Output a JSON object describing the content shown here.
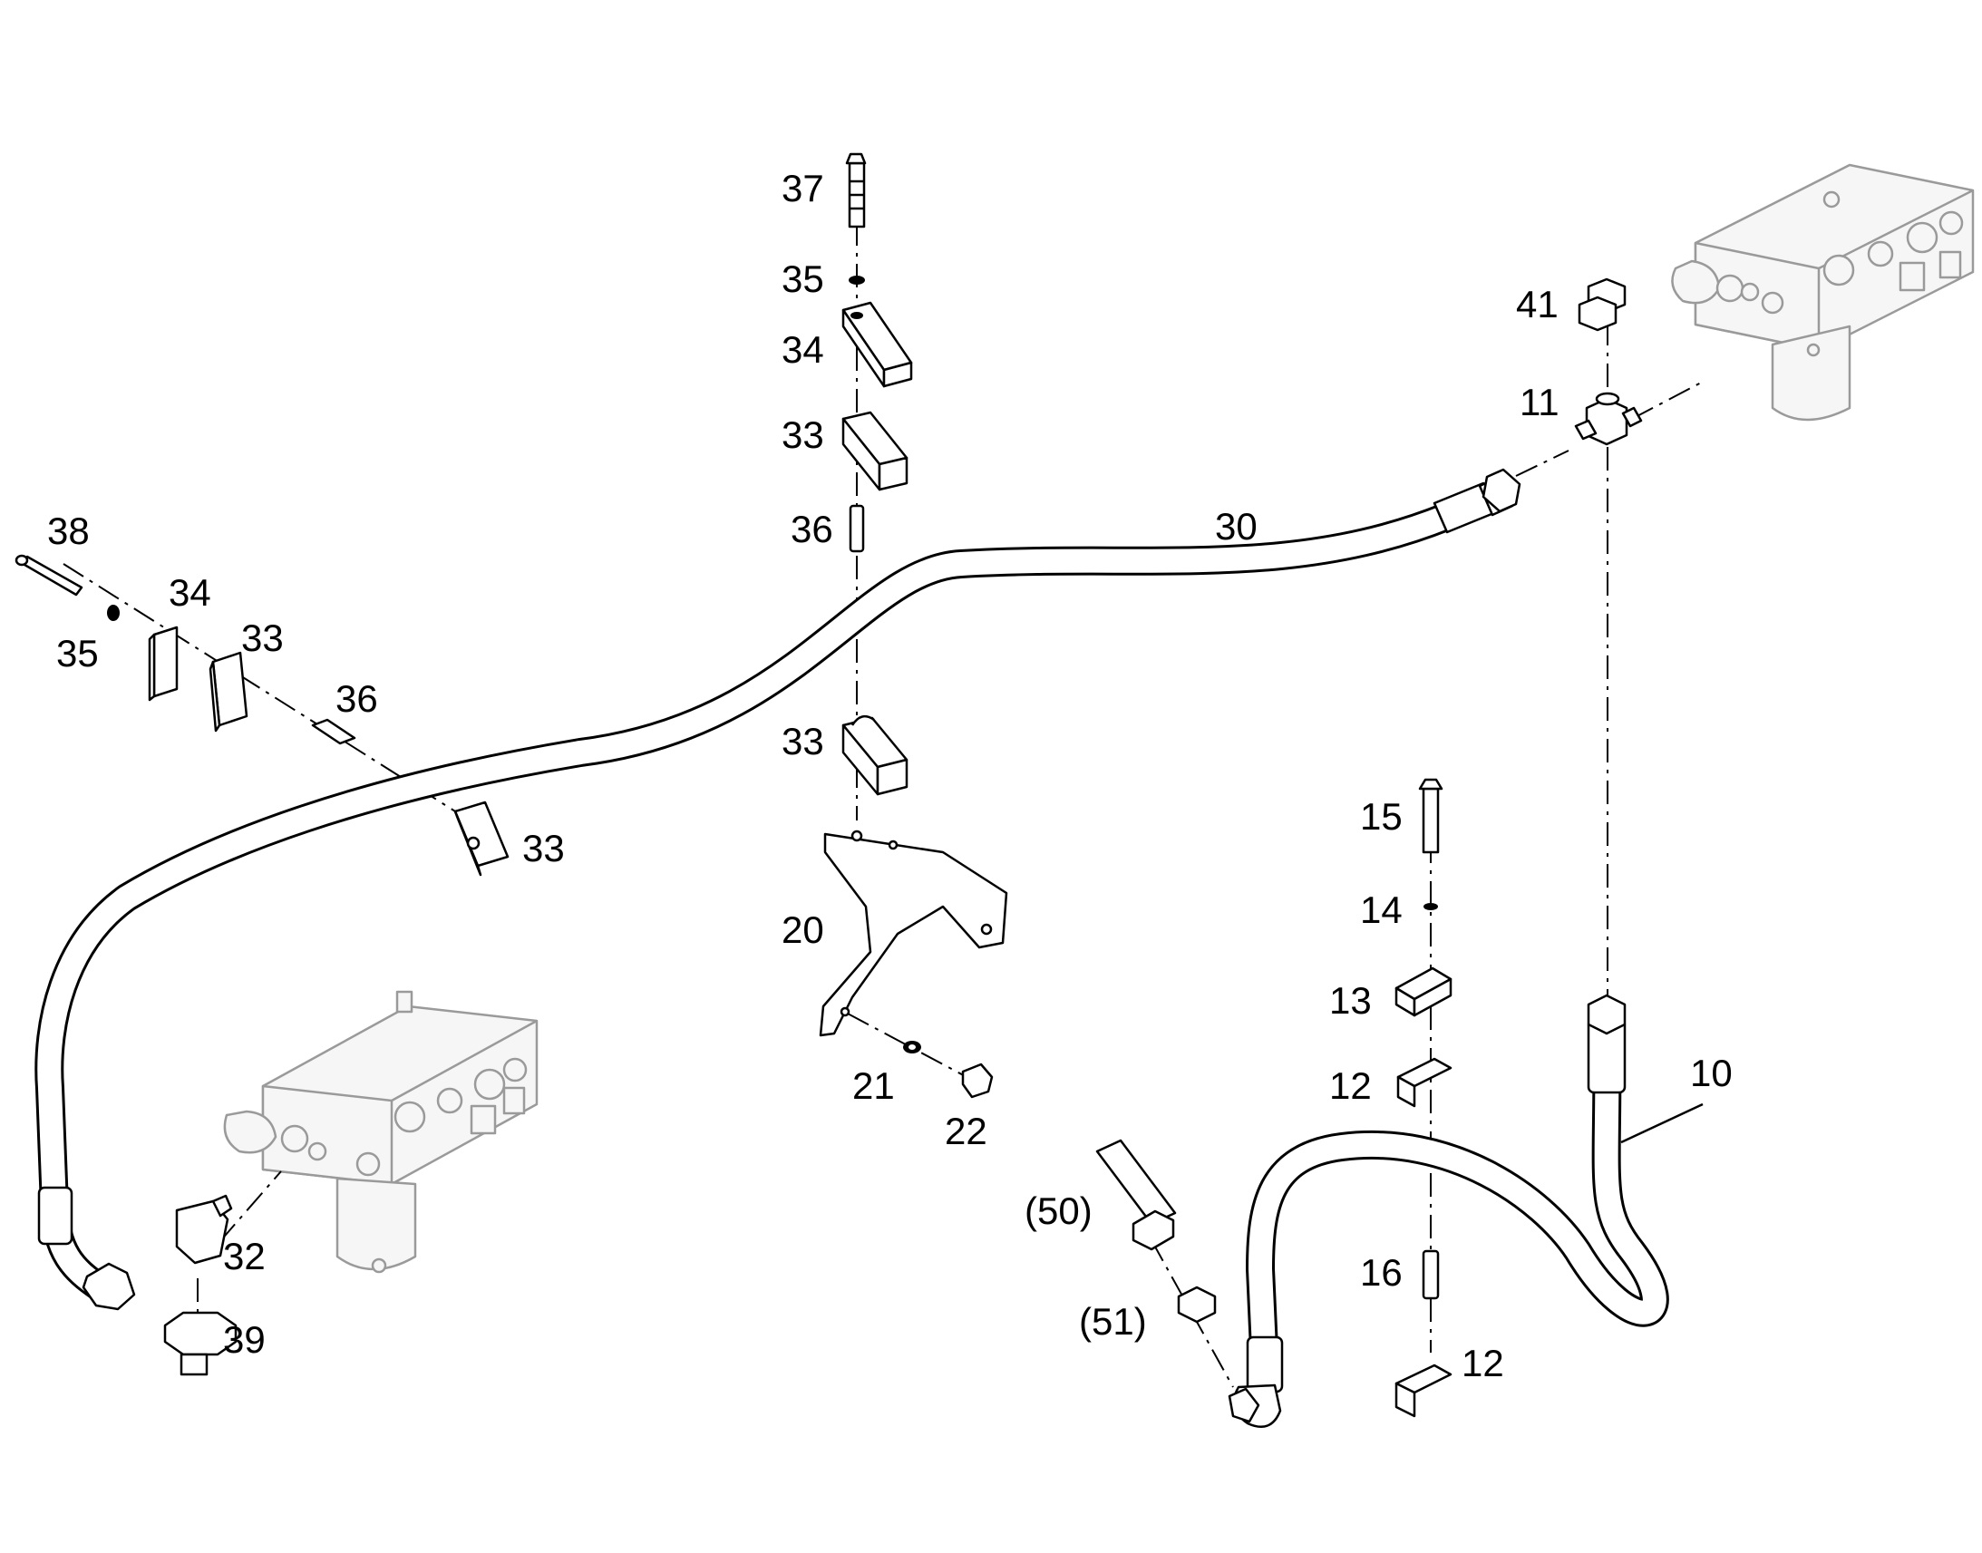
{
  "labels": {
    "l10": "10",
    "l11": "11",
    "l12a": "12",
    "l12b": "12",
    "l13": "13",
    "l14": "14",
    "l15": "15",
    "l16": "16",
    "l20": "20",
    "l21": "21",
    "l22": "22",
    "l30": "30",
    "l32": "32",
    "l33a": "33",
    "l33b": "33",
    "l33c": "33",
    "l33d": "33",
    "l34a": "34",
    "l34b": "34",
    "l35a": "35",
    "l35b": "35",
    "l36a": "36",
    "l36b": "36",
    "l37": "37",
    "l38": "38",
    "l39": "39",
    "l41": "41",
    "l50": "(50)",
    "l51": "(51)"
  },
  "colors": {
    "ink": "#000000",
    "ghost_parts": "#9a9a9a",
    "background": "#ffffff"
  }
}
